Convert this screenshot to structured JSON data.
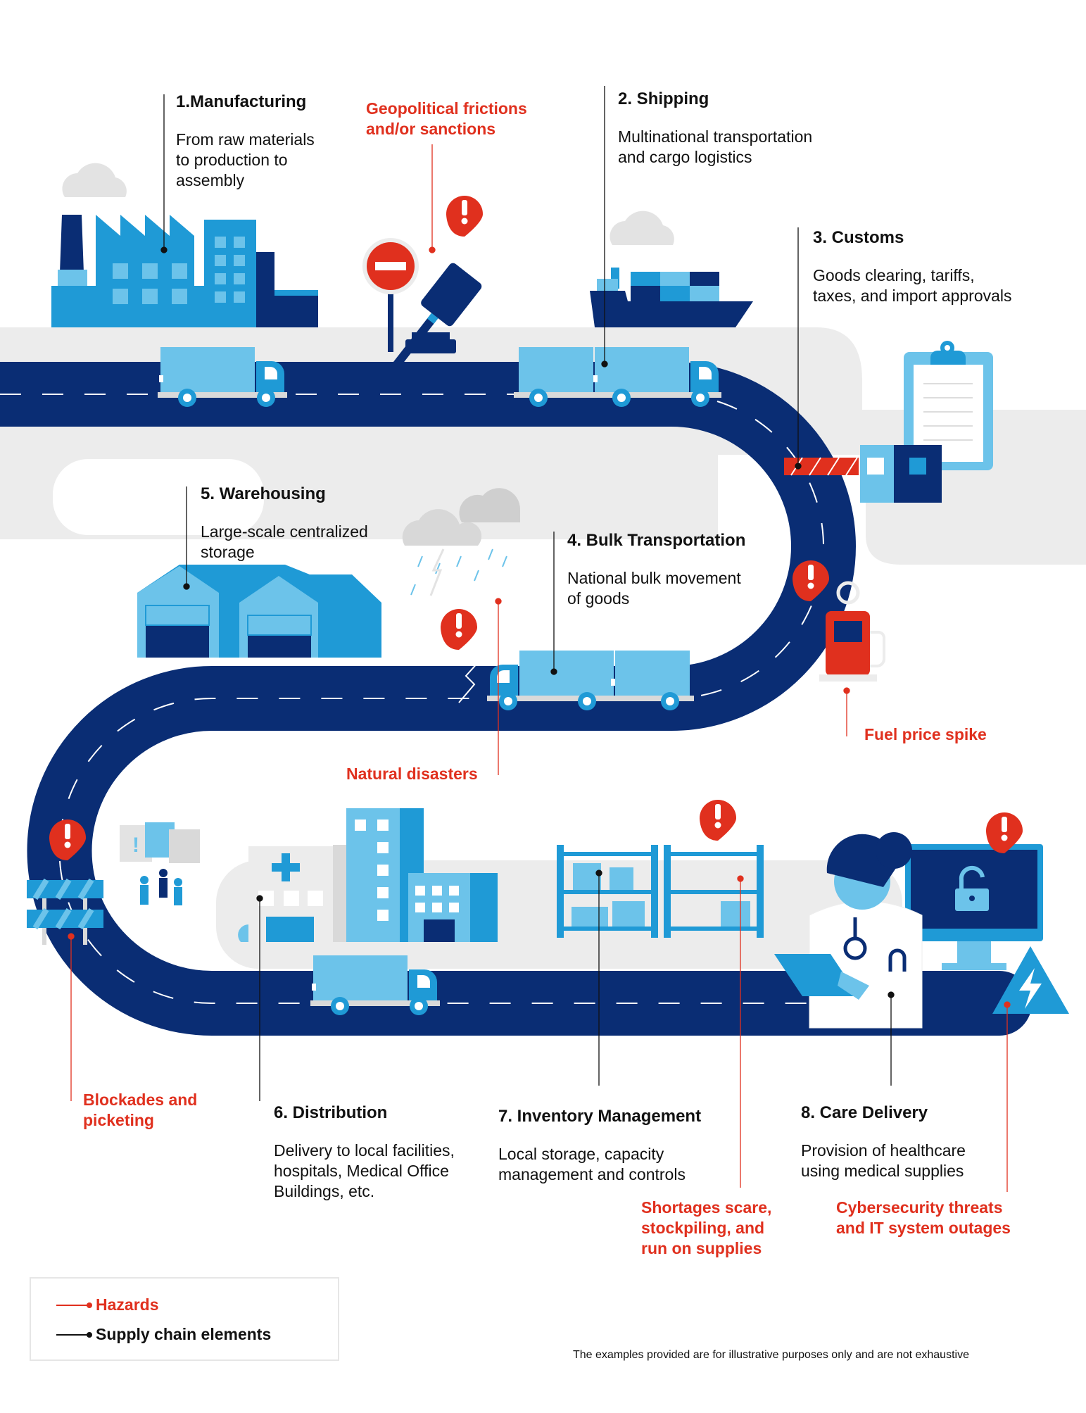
{
  "colors": {
    "navy": "#0a2d74",
    "blue": "#1f9ad6",
    "light_blue": "#6cc3ea",
    "hazard_red": "#e0301e",
    "gray": "#ececec"
  },
  "elements": [
    {
      "id": "manufacturing",
      "title": "1.Manufacturing",
      "desc": "From raw materials\nto production to\nassembly"
    },
    {
      "id": "shipping",
      "title": "2. Shipping",
      "desc": "Multinational transportation\nand cargo logistics"
    },
    {
      "id": "customs",
      "title": "3. Customs",
      "desc": "Goods clearing, tariffs,\ntaxes, and import approvals"
    },
    {
      "id": "bulk",
      "title": "4. Bulk Transportation",
      "desc": "National bulk movement\nof goods"
    },
    {
      "id": "warehousing",
      "title": "5. Warehousing",
      "desc": "Large-scale centralized\nstorage"
    },
    {
      "id": "distribution",
      "title": "6. Distribution",
      "desc": "Delivery to local facilities,\nhospitals, Medical Office\nBuildings, etc."
    },
    {
      "id": "inventory",
      "title": "7. Inventory Management",
      "desc": "Local storage, capacity\nmanagement and controls"
    },
    {
      "id": "care",
      "title": "8. Care Delivery",
      "desc": "Provision of healthcare\nusing medical supplies"
    }
  ],
  "hazards": [
    {
      "id": "geopolitical",
      "label": "Geopolitical frictions\nand/or sanctions"
    },
    {
      "id": "fuel",
      "label": "Fuel price spike"
    },
    {
      "id": "natural",
      "label": "Natural disasters"
    },
    {
      "id": "blockades",
      "label": "Blockades and\npicketing"
    },
    {
      "id": "shortages",
      "label": "Shortages scare,\nstockpiling, and\nrun on supplies"
    },
    {
      "id": "cyber",
      "label": "Cybersecurity threats\nand IT system outages"
    }
  ],
  "legend": {
    "hazards": "Hazards",
    "elements": "Supply chain elements"
  },
  "footnote": "The examples provided are for illustrative purposes only and are not exhaustive"
}
